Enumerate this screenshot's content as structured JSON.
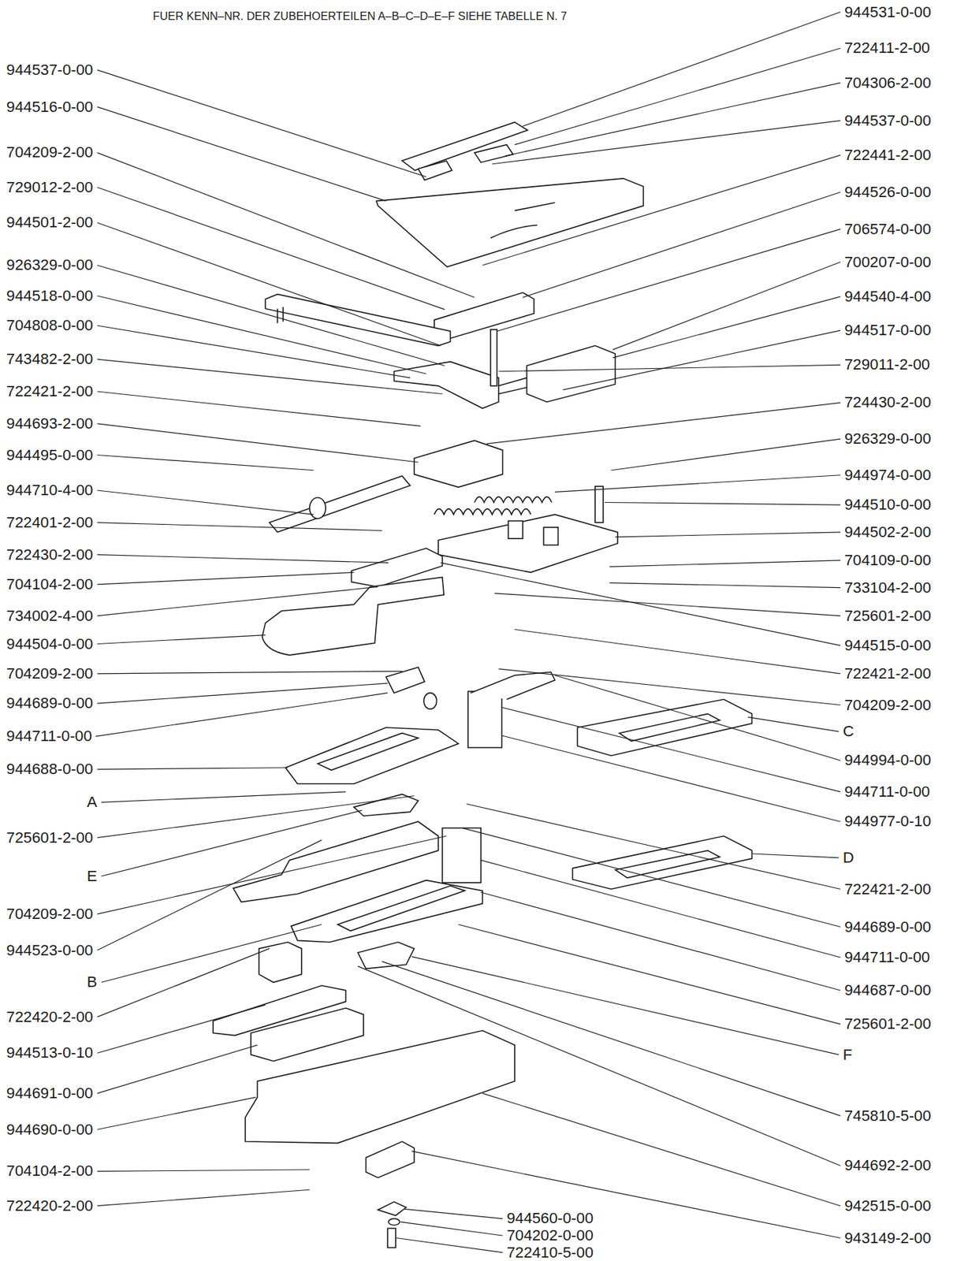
{
  "diagram": {
    "title": "FUER KENN–NR. DER ZUBEHOERTEILEN A–B–C–D–E–F SIEHE TABELLE N. 7",
    "labels": [
      "944537-0-00",
      "944516-0-00",
      "704209-2-00",
      "729012-2-00",
      "944501-2-00",
      "926329-0-00",
      "944518-0-00",
      "704808-0-00",
      "743482-2-00",
      "722421-2-00",
      "944693-2-00",
      "944495-0-00",
      "944710-4-00",
      "722401-2-00",
      "722430-2-00",
      "704104-2-00",
      "734002-4-00",
      "944504-0-00",
      "704209-2-00",
      "944689-0-00",
      "944711-0-00",
      "944688-0-00",
      "A",
      "725601-2-00",
      "E",
      "704209-2-00",
      "944523-0-00",
      "B",
      "722420-2-00",
      "944513-0-10",
      "944691-0-00",
      "944690-0-00",
      "704104-2-00",
      "722420-2-00",
      "944531-0-00",
      "722411-2-00",
      "704306-2-00",
      "944537-0-00",
      "722441-2-00",
      "944526-0-00",
      "706574-0-00",
      "700207-0-00",
      "944540-4-00",
      "944517-0-00",
      "729011-2-00",
      "724430-2-00",
      "926329-0-00",
      "944974-0-00",
      "944510-0-00",
      "944502-2-00",
      "704109-0-00",
      "733104-2-00",
      "725601-2-00",
      "944515-0-00",
      "722421-2-00",
      "704209-2-00",
      "C",
      "944994-0-00",
      "944711-0-00",
      "944977-0-10",
      "D",
      "722421-2-00",
      "944689-0-00",
      "944711-0-00",
      "944687-0-00",
      "725601-2-00",
      "F",
      "745810-5-00",
      "944692-2-00",
      "942515-0-00",
      "943149-2-00",
      "944560-0-00",
      "704202-0-00",
      "722410-5-00"
    ]
  }
}
